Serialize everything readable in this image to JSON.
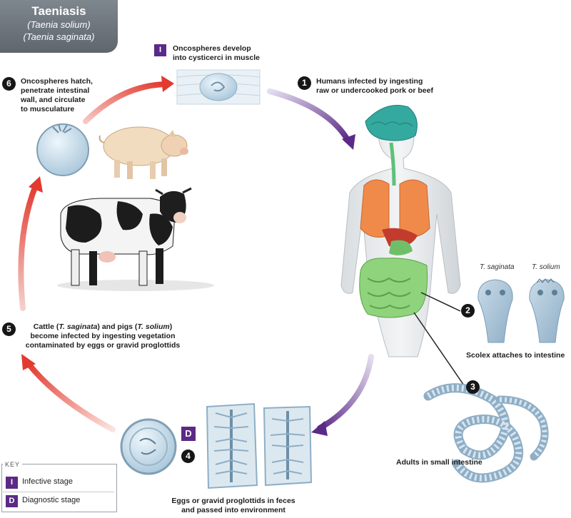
{
  "title": {
    "main": "Taeniasis",
    "species_1": "(Taenia solium)",
    "species_2": "(Taenia saginata)"
  },
  "stage_badges": {
    "infective": "I",
    "diagnostic": "D"
  },
  "steps": {
    "s1": {
      "number": "1",
      "line1": "Humans infected by ingesting",
      "line2": "raw or undercooked pork or beef"
    },
    "s2": {
      "number": "2"
    },
    "s3": {
      "number": "3"
    },
    "s4": {
      "number": "4"
    },
    "s5": {
      "number": "5",
      "l1_a": "Cattle (",
      "l1_sag": "T. saginata",
      "l1_b": ") and pigs (",
      "l1_sol": "T. solium",
      "l1_c": ")",
      "line2": "become infected by ingesting vegetation",
      "line3": "contaminated by eggs or gravid proglottids"
    },
    "s6": {
      "number": "6",
      "line1": "Oncospheres hatch,",
      "line2": "penetrate intestinal",
      "line3": "wall, and circulate",
      "line4": "to musculature"
    }
  },
  "cysticerci": {
    "line1": "Oncospheres develop",
    "line2": "into cysticerci in muscle"
  },
  "scolex": {
    "saginata": "T. saginata",
    "solium": "T. solium",
    "caption": "Scolex attaches to intestine"
  },
  "adults_caption": "Adults in small intestine",
  "eggs_caption": {
    "line1": "Eggs or gravid proglottids in feces",
    "line2": "and passed into environment"
  },
  "key": {
    "title": "KEY",
    "infective_label": "Infective stage",
    "diagnostic_label": "Diagnostic stage"
  },
  "colors": {
    "infective_purple": "#5b2a86",
    "cycle_red": "#e8423a",
    "title_gray": "#6c737a",
    "worm_blue": "#a9c3d6",
    "intestine_green": "#8fd47c",
    "lung_orange": "#f08a4b",
    "brain_teal": "#2fa7a0"
  },
  "icons": [
    "pig-illustration",
    "cow-illustration",
    "human-body-illustration",
    "tapeworm-illustration",
    "egg-icon",
    "proglottid-icon",
    "scolex-icon"
  ]
}
